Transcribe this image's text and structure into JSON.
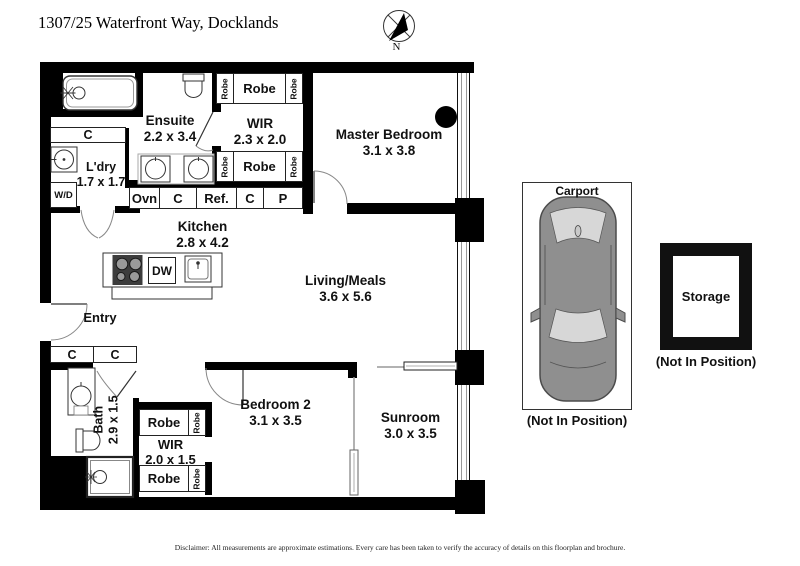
{
  "title": "1307/25 Waterfront Way, Docklands",
  "compass_label": "N",
  "rooms": {
    "ensuite": {
      "name": "Ensuite",
      "dims": "2.2 x 3.4"
    },
    "wir_master": {
      "name": "WIR",
      "dims": "2.3 x 2.0"
    },
    "master_bedroom": {
      "name": "Master Bedroom",
      "dims": "3.1 x 3.8"
    },
    "laundry": {
      "name": "L'dry",
      "dims": "1.7 x 1.7"
    },
    "kitchen": {
      "name": "Kitchen",
      "dims": "2.8 x 4.2"
    },
    "living_meals": {
      "name": "Living/Meals",
      "dims": "3.6 x 5.6"
    },
    "entry": {
      "name": "Entry"
    },
    "bath": {
      "name": "Bath",
      "dims": "2.9 x 1.5"
    },
    "bedroom2": {
      "name": "Bedroom 2",
      "dims": "3.1 x 3.5"
    },
    "sunroom": {
      "name": "Sunroom",
      "dims": "3.0 x 3.5"
    },
    "wir_bedroom2": {
      "name": "WIR",
      "dims": "2.0 x 1.5"
    }
  },
  "fixtures": {
    "robe": "Robe",
    "cupboard": "C",
    "washer_dryer": "W/D",
    "dishwasher": "DW"
  },
  "kitchen_bench": [
    "Ovn",
    "C",
    "Ref.",
    "C",
    "P"
  ],
  "outbuildings": {
    "carport": {
      "label": "Carport",
      "note": "(Not In Position)"
    },
    "storage": {
      "label": "Storage",
      "note": "(Not In Position)"
    }
  },
  "disclaimer": "Disclaimer: All measurements are approximate estimations. Every care has been taken to verify the accuracy of details on this floorplan and brochure.",
  "colors": {
    "wall": "#000000",
    "car_body": "#8f8f8f",
    "glass": "#d7d7d7"
  }
}
